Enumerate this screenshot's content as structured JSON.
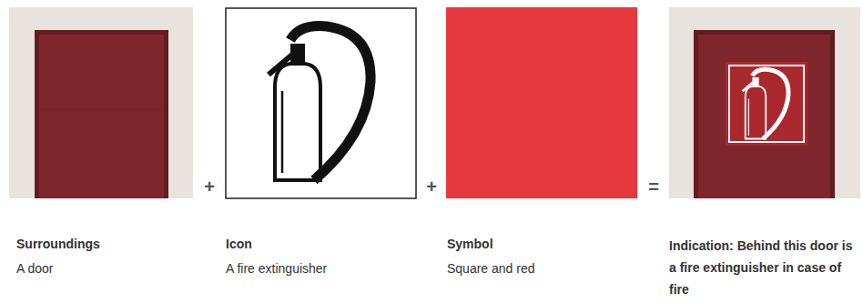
{
  "diagram": {
    "nodes": [
      {
        "text": [
          "Surroundings",
          "A door"
        ]
      },
      {
        "text": [
          "Icon",
          "A fire extinguisher"
        ]
      },
      {
        "text": [
          "Symbol",
          "Square and red"
        ]
      },
      {
        "text": [
          "Indication: Behind this door is a fire extinguisher in case of fire"
        ]
      }
    ],
    "labels": [
      "+",
      "+",
      "="
    ]
  }
}
